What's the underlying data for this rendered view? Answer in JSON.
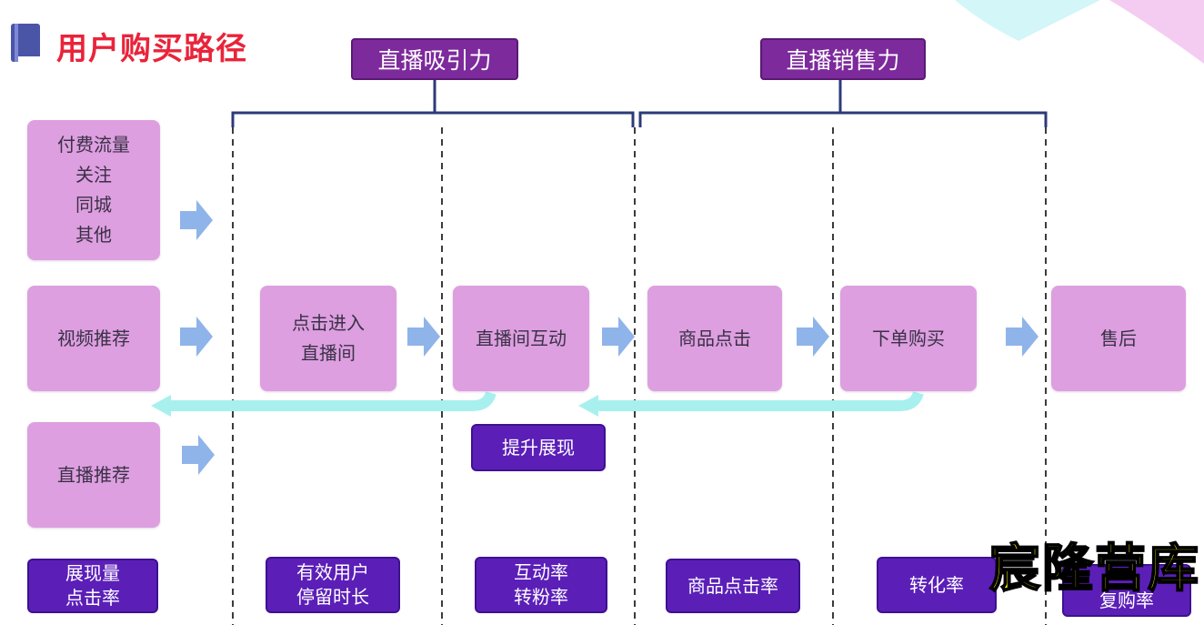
{
  "header": {
    "title": "用户购买路径"
  },
  "phases": {
    "attraction": "直播吸引力",
    "sales": "直播销售力"
  },
  "sources": {
    "traffic": [
      "付费流量",
      "关注",
      "同城",
      "其他"
    ],
    "video": "视频推荐",
    "live": "直播推荐"
  },
  "steps": {
    "enter": [
      "点击进入",
      "直播间"
    ],
    "interact": "直播间互动",
    "click": "商品点击",
    "order": "下单购买",
    "after": "售后"
  },
  "feedback": {
    "boost": "提升展现"
  },
  "metrics": {
    "impressions": [
      "展现量",
      "点击率"
    ],
    "stay": [
      "有效用户",
      "停留时长"
    ],
    "interact": [
      "互动率",
      "转粉率"
    ],
    "ctr": "商品点击率",
    "conversion": "转化率",
    "repurchase": "复购率"
  },
  "watermark": "宸隆营库",
  "colors": {
    "title": "#e9243a",
    "phase": "#7d2a9c",
    "node": "#dd9fe0",
    "metric": "#5b1fb8",
    "arrow": "#8fb4ea",
    "feedback": "#a8f0ee",
    "watermark": "#f6ea00"
  }
}
